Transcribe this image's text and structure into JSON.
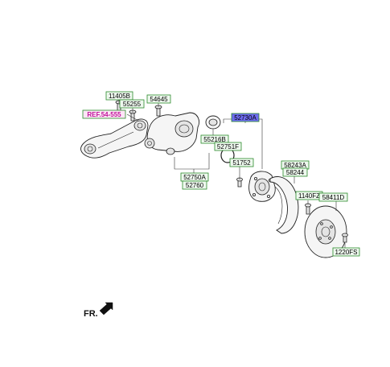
{
  "labels": {
    "p11405B": "11405B",
    "p55255": "55255",
    "ref": "REF.54-555",
    "p54645": "54645",
    "p52730A": "52730A",
    "p55216B": "55216B",
    "p52751F": "52751F",
    "p51752": "51752",
    "p52750A": "52750A",
    "p52760": "52760",
    "p58243A": "58243A",
    "p58244": "58244",
    "p1140FZ": "1140FZ",
    "p58411D": "58411D",
    "p1220FS": "1220FS"
  },
  "front_marker": "FR.",
  "colors": {
    "label_border": "#2a8a2a",
    "label_fill": "#eef8ee",
    "highlight_fill": "#6e6cf0",
    "ref_text": "#c0139a"
  }
}
